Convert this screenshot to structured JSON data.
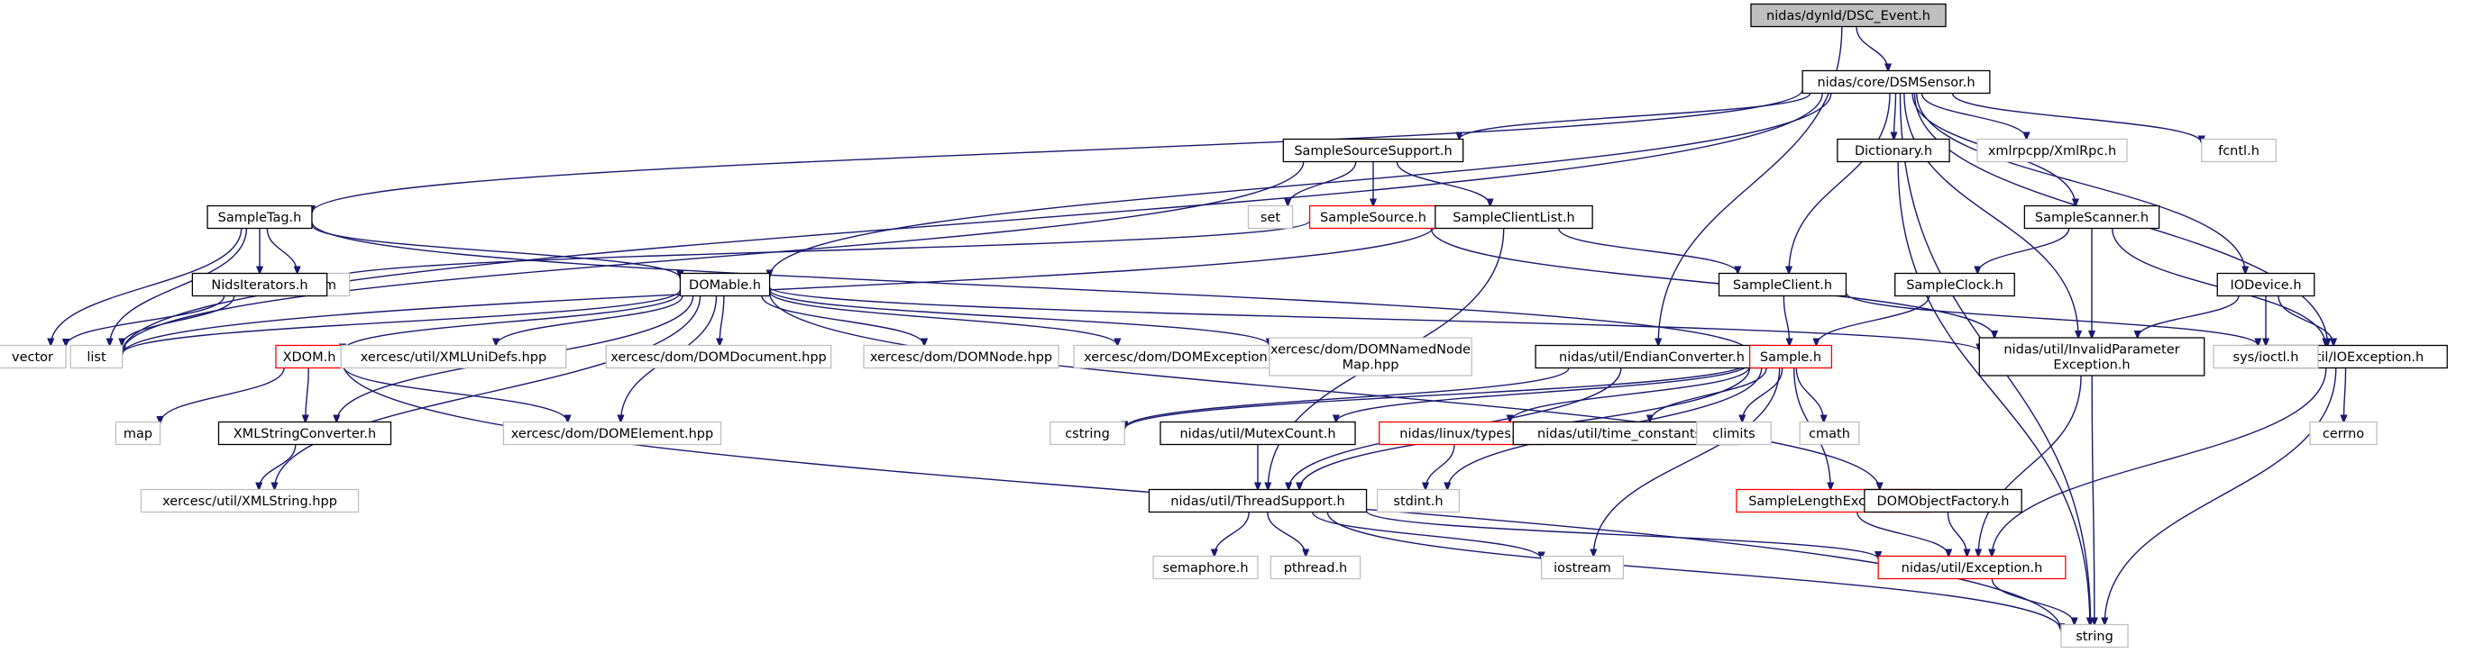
{
  "graph": {
    "title": "nidas/dynld/DSC_Event.h",
    "style": {
      "edge_color": "#191970",
      "root_fill": "#bfbfbf",
      "node_fill": "#ffffff",
      "normal_border": "#000000",
      "red_border": "#ff0000",
      "external_border": "#bfbfbf"
    },
    "nodes": [
      {
        "id": "root",
        "lines": [
          "nidas/dynld/DSC_Event.h"
        ],
        "kind": "root"
      },
      {
        "id": "dsmsensor",
        "lines": [
          "nidas/core/DSMSensor.h"
        ],
        "kind": "normal"
      },
      {
        "id": "sampletag",
        "lines": [
          "SampleTag.h"
        ],
        "kind": "normal"
      },
      {
        "id": "samplesourcesupport",
        "lines": [
          "SampleSourceSupport.h"
        ],
        "kind": "normal"
      },
      {
        "id": "dictionary",
        "lines": [
          "Dictionary.h"
        ],
        "kind": "normal"
      },
      {
        "id": "xmlrpc",
        "lines": [
          "xmlrpcpp/XmlRpc.h"
        ],
        "kind": "external"
      },
      {
        "id": "fcntl",
        "lines": [
          "fcntl.h"
        ],
        "kind": "external"
      },
      {
        "id": "set",
        "lines": [
          "set"
        ],
        "kind": "external"
      },
      {
        "id": "samplesource",
        "lines": [
          "SampleSource.h"
        ],
        "kind": "red"
      },
      {
        "id": "sampleclientlist",
        "lines": [
          "SampleClientList.h"
        ],
        "kind": "normal"
      },
      {
        "id": "samplescanner",
        "lines": [
          "SampleScanner.h"
        ],
        "kind": "normal"
      },
      {
        "id": "algorithm",
        "lines": [
          "algorithm"
        ],
        "kind": "external"
      },
      {
        "id": "nidsiterators",
        "lines": [
          "NidsIterators.h"
        ],
        "kind": "normal"
      },
      {
        "id": "domable",
        "lines": [
          "DOMable.h"
        ],
        "kind": "normal"
      },
      {
        "id": "sampleclient",
        "lines": [
          "SampleClient.h"
        ],
        "kind": "normal"
      },
      {
        "id": "sampleclock",
        "lines": [
          "SampleClock.h"
        ],
        "kind": "normal"
      },
      {
        "id": "iodevice",
        "lines": [
          "IODevice.h"
        ],
        "kind": "normal"
      },
      {
        "id": "vector",
        "lines": [
          "vector"
        ],
        "kind": "external"
      },
      {
        "id": "list",
        "lines": [
          "list"
        ],
        "kind": "external"
      },
      {
        "id": "xdom",
        "lines": [
          "XDOM.h"
        ],
        "kind": "red"
      },
      {
        "id": "xmlunidefs",
        "lines": [
          "xercesc/util/XMLUniDefs.hpp"
        ],
        "kind": "external"
      },
      {
        "id": "domdocument",
        "lines": [
          "xercesc/dom/DOMDocument.hpp"
        ],
        "kind": "external"
      },
      {
        "id": "domnode",
        "lines": [
          "xercesc/dom/DOMNode.hpp"
        ],
        "kind": "external"
      },
      {
        "id": "domexception",
        "lines": [
          "xercesc/dom/DOMException.hpp"
        ],
        "kind": "external"
      },
      {
        "id": "domnamednodemap",
        "lines": [
          "xercesc/dom/DOMNamedNode",
          "Map.hpp"
        ],
        "kind": "external"
      },
      {
        "id": "endianconverter",
        "lines": [
          "nidas/util/EndianConverter.h"
        ],
        "kind": "normal"
      },
      {
        "id": "sample",
        "lines": [
          "Sample.h"
        ],
        "kind": "red"
      },
      {
        "id": "invalidparameter",
        "lines": [
          "nidas/util/InvalidParameter",
          "Exception.h"
        ],
        "kind": "normal"
      },
      {
        "id": "ioexception",
        "lines": [
          "nidas/util/IOException.h"
        ],
        "kind": "normal"
      },
      {
        "id": "sysioctl",
        "lines": [
          "sys/ioctl.h"
        ],
        "kind": "external"
      },
      {
        "id": "map",
        "lines": [
          "map"
        ],
        "kind": "external"
      },
      {
        "id": "xmlstringconverter",
        "lines": [
          "XMLStringConverter.h"
        ],
        "kind": "normal"
      },
      {
        "id": "domelement",
        "lines": [
          "xercesc/dom/DOMElement.hpp"
        ],
        "kind": "external"
      },
      {
        "id": "cstring",
        "lines": [
          "cstring"
        ],
        "kind": "external"
      },
      {
        "id": "mutexcount",
        "lines": [
          "nidas/util/MutexCount.h"
        ],
        "kind": "normal"
      },
      {
        "id": "linuxtypes",
        "lines": [
          "nidas/linux/types.h"
        ],
        "kind": "red"
      },
      {
        "id": "timeconstants",
        "lines": [
          "nidas/util/time_constants.h"
        ],
        "kind": "normal"
      },
      {
        "id": "climits",
        "lines": [
          "climits"
        ],
        "kind": "external"
      },
      {
        "id": "cmath",
        "lines": [
          "cmath"
        ],
        "kind": "external"
      },
      {
        "id": "cerrno",
        "lines": [
          "cerrno"
        ],
        "kind": "external"
      },
      {
        "id": "xmlstring",
        "lines": [
          "xercesc/util/XMLString.hpp"
        ],
        "kind": "external"
      },
      {
        "id": "stdint",
        "lines": [
          "stdint.h"
        ],
        "kind": "external"
      },
      {
        "id": "samplelengthexception",
        "lines": [
          "SampleLengthException.h"
        ],
        "kind": "red"
      },
      {
        "id": "domobjectfactory",
        "lines": [
          "DOMObjectFactory.h"
        ],
        "kind": "normal"
      },
      {
        "id": "threadsupport",
        "lines": [
          "nidas/util/ThreadSupport.h"
        ],
        "kind": "normal"
      },
      {
        "id": "semaphore",
        "lines": [
          "semaphore.h"
        ],
        "kind": "external"
      },
      {
        "id": "pthread",
        "lines": [
          "pthread.h"
        ],
        "kind": "external"
      },
      {
        "id": "iostream",
        "lines": [
          "iostream"
        ],
        "kind": "external"
      },
      {
        "id": "exception",
        "lines": [
          "nidas/util/Exception.h"
        ],
        "kind": "red"
      },
      {
        "id": "string",
        "lines": [
          "string"
        ],
        "kind": "external"
      }
    ],
    "edges": [
      [
        "root",
        "dsmsensor"
      ],
      [
        "root",
        "endianconverter"
      ],
      [
        "dsmsensor",
        "sampletag"
      ],
      [
        "dsmsensor",
        "samplesourcesupport"
      ],
      [
        "dsmsensor",
        "dictionary"
      ],
      [
        "dsmsensor",
        "xmlrpc"
      ],
      [
        "dsmsensor",
        "fcntl"
      ],
      [
        "dsmsensor",
        "samplescanner"
      ],
      [
        "dsmsensor",
        "sampleclient"
      ],
      [
        "dsmsensor",
        "domable"
      ],
      [
        "dsmsensor",
        "iodevice"
      ],
      [
        "dsmsensor",
        "invalidparameter"
      ],
      [
        "dsmsensor",
        "ioexception"
      ],
      [
        "dsmsensor",
        "string"
      ],
      [
        "dsmsensor",
        "list"
      ],
      [
        "samplesourcesupport",
        "set"
      ],
      [
        "samplesourcesupport",
        "samplesource"
      ],
      [
        "samplesourcesupport",
        "sampleclientlist"
      ],
      [
        "samplesourcesupport",
        "list"
      ],
      [
        "samplesource",
        "nidsiterators"
      ],
      [
        "samplesource",
        "invalidparameter"
      ],
      [
        "sampleclientlist",
        "sampleclient"
      ],
      [
        "sampleclientlist",
        "list"
      ],
      [
        "sampleclientlist",
        "threadsupport"
      ],
      [
        "samplescanner",
        "sampleclock"
      ],
      [
        "samplescanner",
        "invalidparameter"
      ],
      [
        "samplescanner",
        "ioexception"
      ],
      [
        "sampletag",
        "algorithm"
      ],
      [
        "sampletag",
        "nidsiterators"
      ],
      [
        "sampletag",
        "domable"
      ],
      [
        "sampletag",
        "vector"
      ],
      [
        "sampletag",
        "list"
      ],
      [
        "sampletag",
        "sample"
      ],
      [
        "nidsiterators",
        "vector"
      ],
      [
        "nidsiterators",
        "list"
      ],
      [
        "domable",
        "xdom"
      ],
      [
        "domable",
        "xmlunidefs"
      ],
      [
        "domable",
        "domdocument"
      ],
      [
        "domable",
        "domnode"
      ],
      [
        "domable",
        "domexception"
      ],
      [
        "domable",
        "domnamednodemap"
      ],
      [
        "domable",
        "domelement"
      ],
      [
        "domable",
        "xmlstringconverter"
      ],
      [
        "domable",
        "xmlstring"
      ],
      [
        "domable",
        "invalidparameter"
      ],
      [
        "domable",
        "domobjectfactory"
      ],
      [
        "domable",
        "list"
      ],
      [
        "sampleclient",
        "sample"
      ],
      [
        "sampleclient",
        "ioexception"
      ],
      [
        "sampleclock",
        "sample"
      ],
      [
        "iodevice",
        "invalidparameter"
      ],
      [
        "iodevice",
        "ioexception"
      ],
      [
        "iodevice",
        "sysioctl"
      ],
      [
        "xdom",
        "map"
      ],
      [
        "xdom",
        "xmlstringconverter"
      ],
      [
        "xdom",
        "domelement"
      ],
      [
        "xdom",
        "string"
      ],
      [
        "xmlstringconverter",
        "xmlstring"
      ],
      [
        "endianconverter",
        "cstring"
      ],
      [
        "endianconverter",
        "threadsupport"
      ],
      [
        "sample",
        "cstring"
      ],
      [
        "sample",
        "mutexcount"
      ],
      [
        "sample",
        "linuxtypes"
      ],
      [
        "sample",
        "timeconstants"
      ],
      [
        "sample",
        "climits"
      ],
      [
        "sample",
        "cmath"
      ],
      [
        "sample",
        "samplelengthexception"
      ],
      [
        "sample",
        "iostream"
      ],
      [
        "sample",
        "stdint"
      ],
      [
        "sample",
        "threadsupport"
      ],
      [
        "mutexcount",
        "threadsupport"
      ],
      [
        "linuxtypes",
        "stdint"
      ],
      [
        "threadsupport",
        "semaphore"
      ],
      [
        "threadsupport",
        "pthread"
      ],
      [
        "threadsupport",
        "iostream"
      ],
      [
        "threadsupport",
        "exception"
      ],
      [
        "threadsupport",
        "string"
      ],
      [
        "samplelengthexception",
        "exception"
      ],
      [
        "domobjectfactory",
        "exception"
      ],
      [
        "invalidparameter",
        "exception"
      ],
      [
        "invalidparameter",
        "string"
      ],
      [
        "ioexception",
        "exception"
      ],
      [
        "ioexception",
        "cerrno"
      ],
      [
        "ioexception",
        "string"
      ],
      [
        "exception",
        "string"
      ],
      [
        "dictionary",
        "string"
      ]
    ]
  }
}
